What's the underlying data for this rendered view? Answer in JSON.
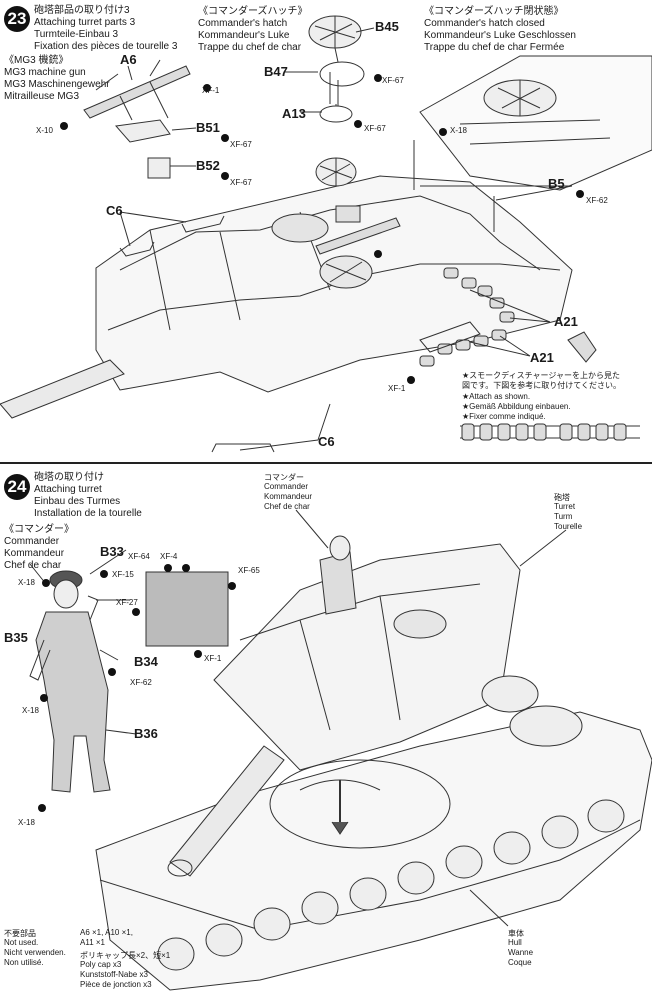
{
  "step23": {
    "number": "23",
    "title_jp": "砲塔部品の取り付け3",
    "title_en": "Attaching turret parts 3",
    "title_de": "Turmteile-Einbau 3",
    "title_fr": "Fixation des pièces de tourelle 3",
    "mg3": {
      "jp": "《MG3 機銃》",
      "en": "MG3 machine gun",
      "de": "MG3 Maschinengewehr",
      "fr": "Mitrailleuse MG3"
    },
    "hatch": {
      "jp": "《コマンダーズハッチ》",
      "en": "Commander's hatch",
      "de": "Kommandeur's Luke",
      "fr": "Trappe du chef de char"
    },
    "hatch_closed": {
      "jp": "《コマンダーズハッチ閉状態》",
      "en": "Commander's hatch closed",
      "de": "Kommandeur's Luke Geschlossen",
      "fr": "Trappe du chef de char Fermée"
    },
    "parts": {
      "a6": "A6",
      "b51": "B51",
      "b52": "B52",
      "c6_top": "C6",
      "c6_bottom": "C6",
      "b45": "B45",
      "b47": "B47",
      "a13": "A13",
      "b5": "B5",
      "a21_1": "A21",
      "a21_2": "A21"
    },
    "colors": {
      "xf1_a": "XF-1",
      "x10": "X-10",
      "xf67_a": "XF-67",
      "xf67_b": "XF-67",
      "xf67_c": "XF-67",
      "xf67_d": "XF-67",
      "x18": "X-18",
      "xf62": "XF-62",
      "xf1_b": "XF-1"
    },
    "note": {
      "jp1": "★スモークディスチャージャーを上から見た",
      "jp2": "図です。下図を参考に取り付けてください。",
      "en": "★Attach as shown.",
      "de": "★Gemäß Abbildung einbauen.",
      "fr": "★Fixer comme indiqué."
    }
  },
  "step24": {
    "number": "24",
    "title_jp": "砲塔の取り付け",
    "title_en": "Attaching turret",
    "title_de": "Einbau des Turmes",
    "title_fr": "Installation de la tourelle",
    "commander": {
      "jp": "《コマンダー》",
      "en": "Commander",
      "de": "Kommandeur",
      "fr": "Chef de char"
    },
    "commander_label": {
      "jp": "コマンダー",
      "en": "Commander",
      "de": "Kommandeur",
      "fr": "Chef de char"
    },
    "turret_label": {
      "jp": "砲塔",
      "en": "Turret",
      "de": "Turm",
      "fr": "Tourelle"
    },
    "hull_label": {
      "jp": "車体",
      "en": "Hull",
      "de": "Wanne",
      "fr": "Coque"
    },
    "parts": {
      "b33": "B33",
      "b35": "B35",
      "b34": "B34",
      "b36": "B36"
    },
    "colors": {
      "x18_a": "X-18",
      "xf15": "XF-15",
      "xf62": "XF-62",
      "x18_b": "X-18",
      "x18_c": "X-18",
      "xf64": "XF-64",
      "xf4": "XF-4",
      "xf65": "XF-65",
      "xf27": "XF-27",
      "xf1": "XF-1"
    },
    "unused": {
      "jp": "不要部品",
      "en": "Not used.",
      "de": "Nicht verwenden.",
      "fr": "Non utilisé.",
      "list1": "A6 ×1, A10 ×1,",
      "list2": "A11 ×1",
      "cap_jp": "ポリキャップ長×2、短×1",
      "cap_en": "Poly cap x3",
      "cap_de": "Kunststoff-Nabe x3",
      "cap_fr": "Pièce de jonction x3"
    }
  }
}
